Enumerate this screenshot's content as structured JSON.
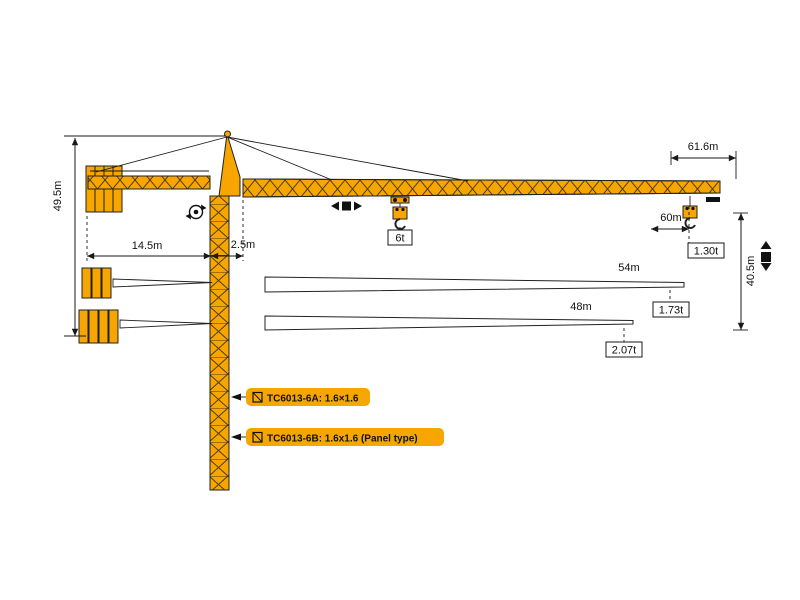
{
  "diagram": {
    "colors": {
      "crane": "#F7A600",
      "line": "#1a1a1a"
    },
    "dims": {
      "jib_radius_max": "61.6m",
      "hook_radius_tip": "60m",
      "height_total": "49.5m",
      "height_under_hook": "40.5m",
      "counter_jib_radius": "14.5m",
      "rear_offset": "2.5m"
    },
    "loads": {
      "mid_jib": "6t",
      "tip_61m": "1.30t",
      "tip_54m": "1.73t",
      "tip_48m": "2.07t"
    },
    "alt_jibs": {
      "len_54": "54m",
      "len_48": "48m"
    },
    "models": {
      "a": "TC6013-6A: 1.6×1.6",
      "b": "TC6013-6B: 1.6x1.6 (Panel type)"
    },
    "icons": {
      "slewing": "rotate-circle-arrows",
      "trolley": "left-right-travel-arrows",
      "hoist": "up-down-hoist-arrows",
      "mast_section": "square-section-symbol"
    }
  }
}
